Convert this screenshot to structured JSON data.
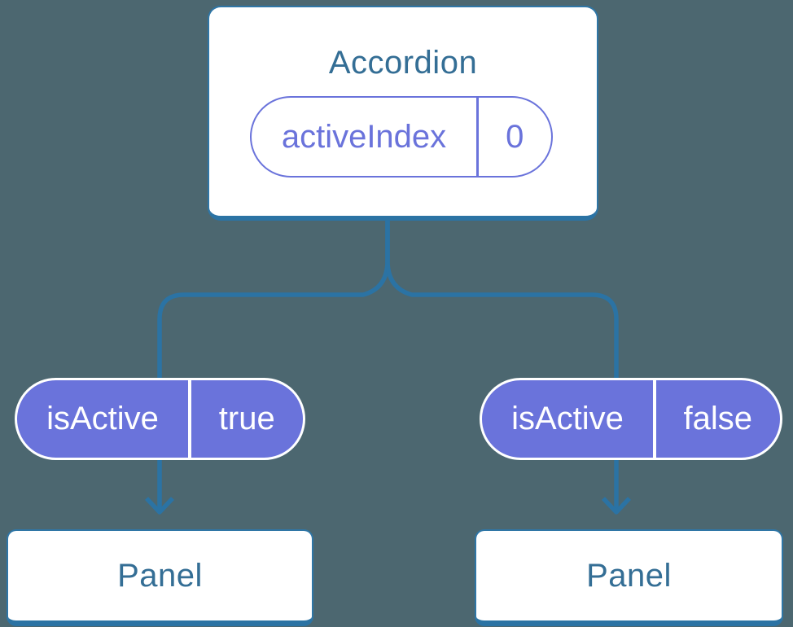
{
  "colors": {
    "background": "#4C6770",
    "connector_blue": "#2B73A4",
    "node_border_blue": "#2F76A6",
    "node_text_blue": "#346E95",
    "pill_purple": "#6A73DB",
    "pill_text_white": "#FFFFFF",
    "node_fill_white": "#FFFFFF"
  },
  "tree": {
    "root": {
      "title": "Accordion",
      "state": {
        "label": "activeIndex",
        "value": "0"
      }
    },
    "children": [
      {
        "prop": {
          "label": "isActive",
          "value": "true"
        },
        "panel_title": "Panel"
      },
      {
        "prop": {
          "label": "isActive",
          "value": "false"
        },
        "panel_title": "Panel"
      }
    ]
  }
}
